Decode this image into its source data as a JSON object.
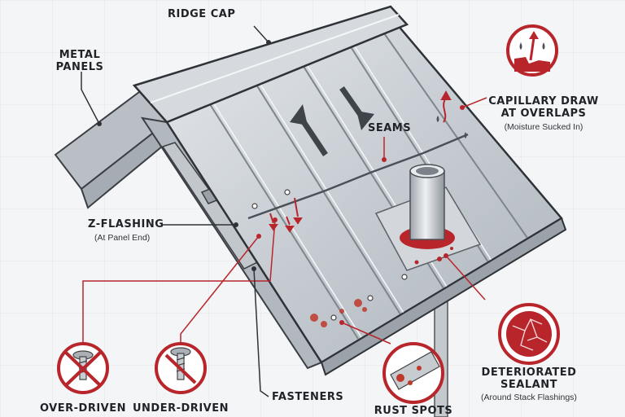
{
  "labels": {
    "ridge_cap": "RIDGE CAP",
    "metal_panels_1": "METAL",
    "metal_panels_2": "PANELS",
    "seams": "SEAMS",
    "capillary_1": "CAPILLARY DRAW",
    "capillary_2": "AT OVERLAPS",
    "capillary_sub": "(Moisture Sucked In)",
    "z_flashing": "Z-FLASHING",
    "z_flashing_sub": "(At Panel End)",
    "fasteners": "FASTENERS",
    "over_driven": "OVER-DRIVEN",
    "under_driven": "UNDER-DRIVEN",
    "rust_spots": "RUST SPOTS",
    "sealant_1": "DETERIORATED",
    "sealant_2": "SEALANT",
    "sealant_sub": "(Around Stack Flashings)"
  },
  "icons": {
    "capillary": "moisture-arrow-icon",
    "over_driven": "over-driven-screw-icon",
    "under_driven": "under-driven-screw-icon",
    "rust": "rust-spots-icon",
    "sealant": "cracked-sealant-icon"
  },
  "colors": {
    "accent_red": "#b8262c",
    "metal": "#c9ced3",
    "ink": "#1f2328"
  }
}
